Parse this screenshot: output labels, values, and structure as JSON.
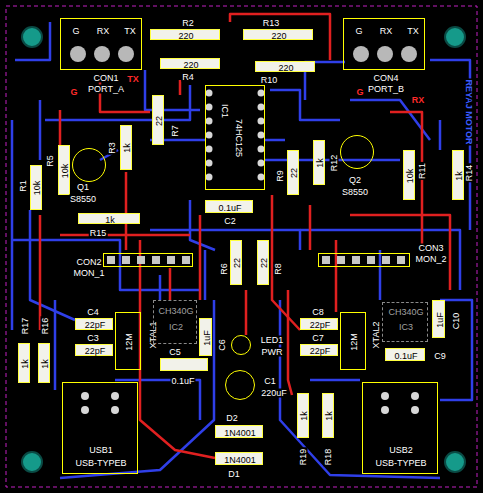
{
  "diagram": {
    "nodes": [
      {
        "text": [
          "G",
          "RX",
          "TX",
          "CON1",
          "PORT_A"
        ]
      },
      {
        "text": [
          "G",
          "RX",
          "TX",
          "CON4",
          "PORT_B"
        ]
      },
      {
        "text": [
          "220",
          "R2"
        ]
      },
      {
        "text": [
          "220",
          "R13"
        ]
      },
      {
        "text": [
          "220",
          "R4"
        ]
      },
      {
        "text": [
          "220",
          "R10"
        ]
      },
      {
        "text": [
          "IC1",
          "74HC125"
        ]
      },
      {
        "text": [
          "10k",
          "R1"
        ]
      },
      {
        "text": [
          "10k",
          "R5"
        ]
      },
      {
        "text": [
          "1k",
          "R3"
        ]
      },
      {
        "text": [
          "22",
          "R7"
        ]
      },
      {
        "text": [
          "Q1",
          "S8550"
        ]
      },
      {
        "text": [
          "1k",
          "R15"
        ]
      },
      {
        "text": [
          "22",
          "R9"
        ]
      },
      {
        "text": [
          "1k",
          "R12"
        ]
      },
      {
        "text": [
          "Q2",
          "S8550"
        ]
      },
      {
        "text": [
          "10k",
          "R11"
        ]
      },
      {
        "text": [
          "1k",
          "R14"
        ]
      },
      {
        "text": [
          "0.1uF",
          "C2"
        ]
      },
      {
        "text": [
          "22",
          "R6"
        ]
      },
      {
        "text": [
          "22",
          "R8"
        ]
      },
      {
        "text": [
          "CON2",
          "MON_1"
        ]
      },
      {
        "text": [
          "CON3",
          "MON_2"
        ]
      },
      {
        "text": [
          "22pF",
          "C4"
        ]
      },
      {
        "text": [
          "22pF",
          "C3"
        ]
      },
      {
        "text": [
          "12M",
          "XTAL1"
        ]
      },
      {
        "text": [
          "CH340G",
          "IC2"
        ]
      },
      {
        "text": [
          "1uF",
          "C6"
        ]
      },
      {
        "text": [
          "C5",
          "0.1uF"
        ]
      },
      {
        "text": [
          "LED1",
          "PWR"
        ]
      },
      {
        "text": [
          "C1",
          "220uF"
        ]
      },
      {
        "text": [
          "1N4001",
          "D2"
        ]
      },
      {
        "text": [
          "1N4001",
          "D1"
        ]
      },
      {
        "text": [
          "22pF",
          "C8"
        ]
      },
      {
        "text": [
          "22pF",
          "C7"
        ]
      },
      {
        "text": [
          "12M",
          "XTAL2"
        ]
      },
      {
        "text": [
          "CH340G",
          "IC3"
        ]
      },
      {
        "text": [
          "1uF",
          "C10"
        ]
      },
      {
        "text": [
          "0.1uF",
          "C9"
        ]
      },
      {
        "text": [
          "1k",
          "R17"
        ]
      },
      {
        "text": [
          "1k",
          "R16"
        ]
      },
      {
        "text": [
          "1k",
          "R19"
        ]
      },
      {
        "text": [
          "1k",
          "R18"
        ]
      },
      {
        "text": [
          "USB1",
          "USB-TYPEB"
        ]
      },
      {
        "text": [
          "USB2",
          "USB-TYPEB"
        ]
      }
    ],
    "labels": [
      "TX",
      "G",
      "G",
      "RX",
      "REYAJ MOTOR"
    ]
  }
}
